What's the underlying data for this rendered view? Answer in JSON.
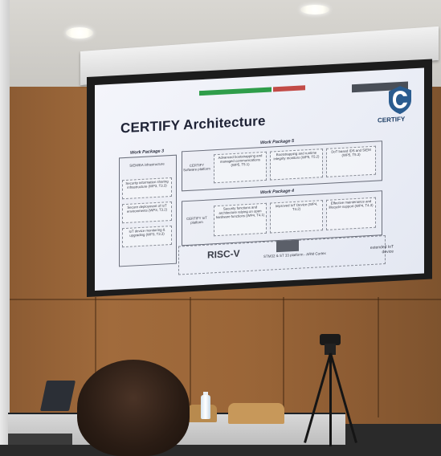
{
  "slide": {
    "title": "CERTIFY Architecture",
    "logo_word": "CERTIFY",
    "wp3": {
      "label": "Work Package 3",
      "items": [
        "SIEM/EA infrastructure",
        "Security information sharing infrastructure (WP3, T3.3)",
        "Secure deployment of IoT environments (WP3, T3.2)",
        "IoT device monitoring & upgrading (WP3, T3.3)"
      ]
    },
    "wp5": {
      "label": "Work Package 5",
      "side": "CERTIFY Software platform",
      "items": [
        "Advanced bootstrapping and managed communications (WP5, T5.1)",
        "Bootstrapping and runtime integrity monitors (WP5, T5.2)",
        "DoT based IDS and SIEM (WP5, T5.3)"
      ]
    },
    "wp4": {
      "label": "Work Package 4",
      "side": "CERTIFY IoT platform",
      "items": [
        "Security functions and architecture relying on open hardware functions (WP4, T4.1)",
        "Improved IoT Device (WP4, T4.2)",
        "Effective maintenance and lifecycle support (WP4, T4.3)"
      ]
    },
    "riscv": "RISC-V",
    "platforms": "STM32 & ST 33 platform - ARM Cortex",
    "extended": "extended IoT device"
  },
  "colors": {
    "slide_bg": "#eef0f7",
    "wall": "#9b6638",
    "logo": "#1f3f66"
  }
}
